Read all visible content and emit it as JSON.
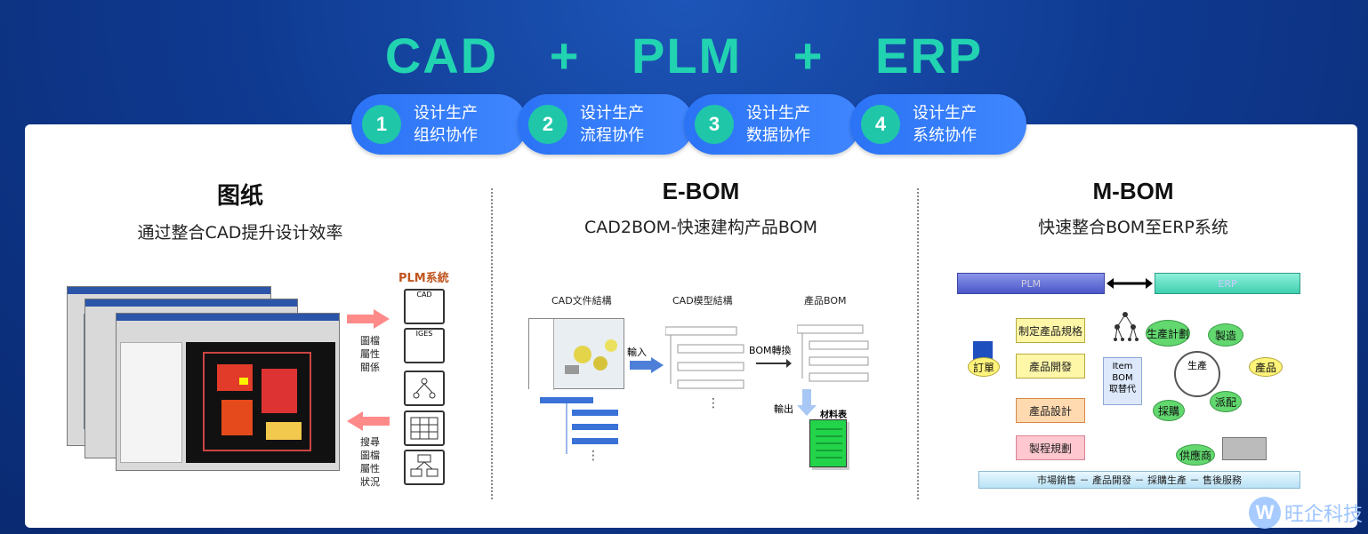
{
  "headline": {
    "part1": "CAD",
    "plus": "+",
    "part2": "PLM",
    "part3": "ERP"
  },
  "steps": [
    {
      "num": "1",
      "line1": "设计生产",
      "line2": "组织协作"
    },
    {
      "num": "2",
      "line1": "设计生产",
      "line2": "流程协作"
    },
    {
      "num": "3",
      "line1": "设计生产",
      "line2": "数据协作"
    },
    {
      "num": "4",
      "line1": "设计生产",
      "line2": "系统协作"
    }
  ],
  "columns": {
    "drawing": {
      "title": "图纸",
      "subtitle": "通过整合CAD提升设计效率"
    },
    "ebom": {
      "title": "E-BOM",
      "subtitle": "CAD2BOM-快速建构产品BOM"
    },
    "mbom": {
      "title": "M-BOM",
      "subtitle": "快速整合BOM至ERP系统"
    }
  },
  "drawing_diagram": {
    "plm_label": "PLM系統",
    "arrow_right_text": [
      "圖檔",
      "屬性",
      "關係"
    ],
    "arrow_left_text": [
      "搜尋",
      "圖檔",
      "屬性",
      "狀況"
    ],
    "doc_labels": [
      "CAD",
      "IGES"
    ]
  },
  "ebom_diagram": {
    "cad_file_label": "CAD文件結構",
    "cad_model_label": "CAD模型結構",
    "product_bom_label": "產品BOM",
    "import_label": "輸入",
    "convert_label": "BOM轉換",
    "output_label": "輸出",
    "material_table_label": "材料表",
    "ellipsis": "⋮"
  },
  "mbom_diagram": {
    "plm_label": "PLM",
    "erp_label": "ERP",
    "order": "訂單",
    "spec": "制定產品規格",
    "dev": "產品開發",
    "design": "產品設計",
    "process": "製程規劃",
    "item": "Item",
    "bom": "BOM",
    "replace": "取替代",
    "plan": "生產計劃",
    "manufacture": "製造",
    "produce": "生產",
    "product": "產品",
    "purchase": "採購",
    "dispatch": "派配",
    "supplier": "供應商",
    "footer": "市場銷售 － 產品開發 － 採購生產 － 售後服務"
  },
  "brand": {
    "mark": "W",
    "name": "旺企科技"
  },
  "colors": {
    "accent": "#22d3b1",
    "pill": "#2b73f5",
    "badge": "#1fc7a8",
    "background": "#0f3a91"
  }
}
